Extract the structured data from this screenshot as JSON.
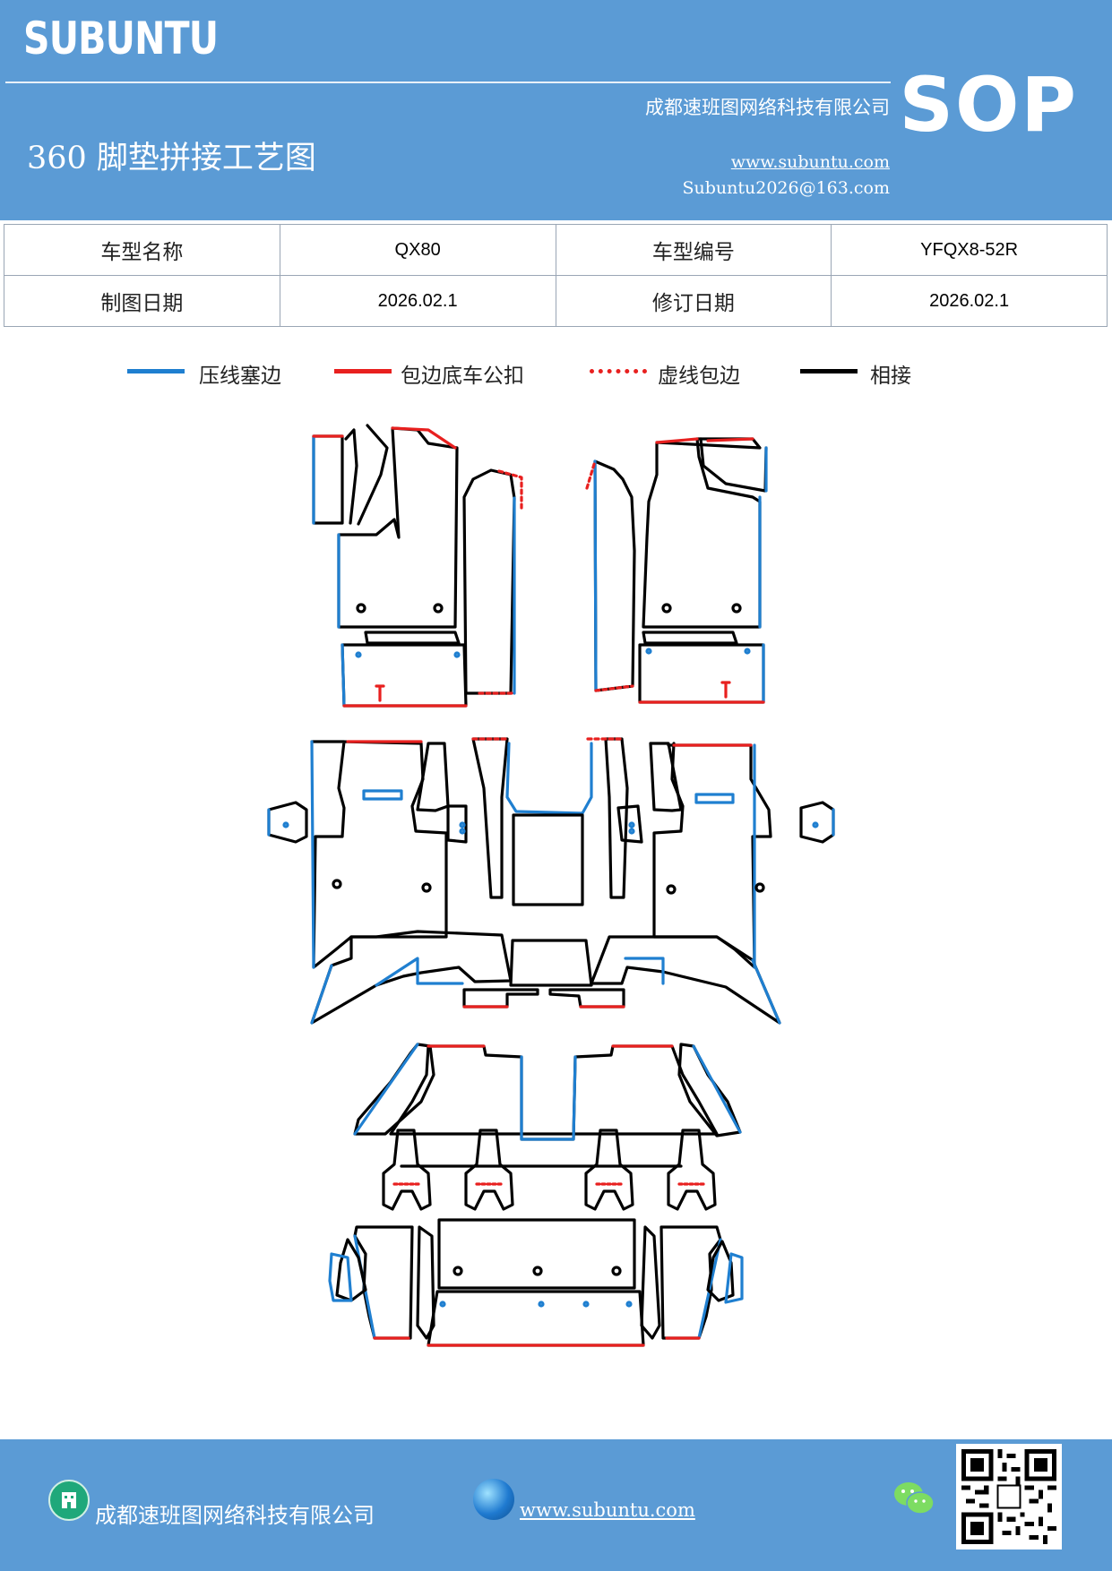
{
  "header": {
    "logo": "SUBUNTU",
    "company": "成都速班图网络科技有限公司",
    "sop": "SOP",
    "title": "360 脚垫拼接工艺图",
    "website": "www.subuntu.com",
    "email": "Subuntu2026@163.com"
  },
  "info_table": {
    "rows": [
      {
        "label1": "车型名称",
        "value1": "QX80",
        "label2": "车型编号",
        "value2": "YFQX8-52R"
      },
      {
        "label1": "制图日期",
        "value1": "2026.02.1",
        "label2": "修订日期",
        "value2": "2026.02.1"
      }
    ]
  },
  "legend": {
    "items": [
      {
        "label": "压线塞边",
        "color": "#1f7fd0",
        "style": "solid"
      },
      {
        "label": "包边底车公扣",
        "color": "#e8201f",
        "style": "solid"
      },
      {
        "label": "虚线包边",
        "color": "#e8201f",
        "style": "dotted"
      },
      {
        "label": "相接",
        "color": "#000000",
        "style": "solid"
      }
    ]
  },
  "footer": {
    "company": "成都速班图网络科技有限公司",
    "website": "www.subuntu.com",
    "company_icon": "building-icon",
    "website_icon": "globe-icon",
    "chat_icon": "wechat-icon",
    "qr_icon": "qr-code-icon"
  }
}
